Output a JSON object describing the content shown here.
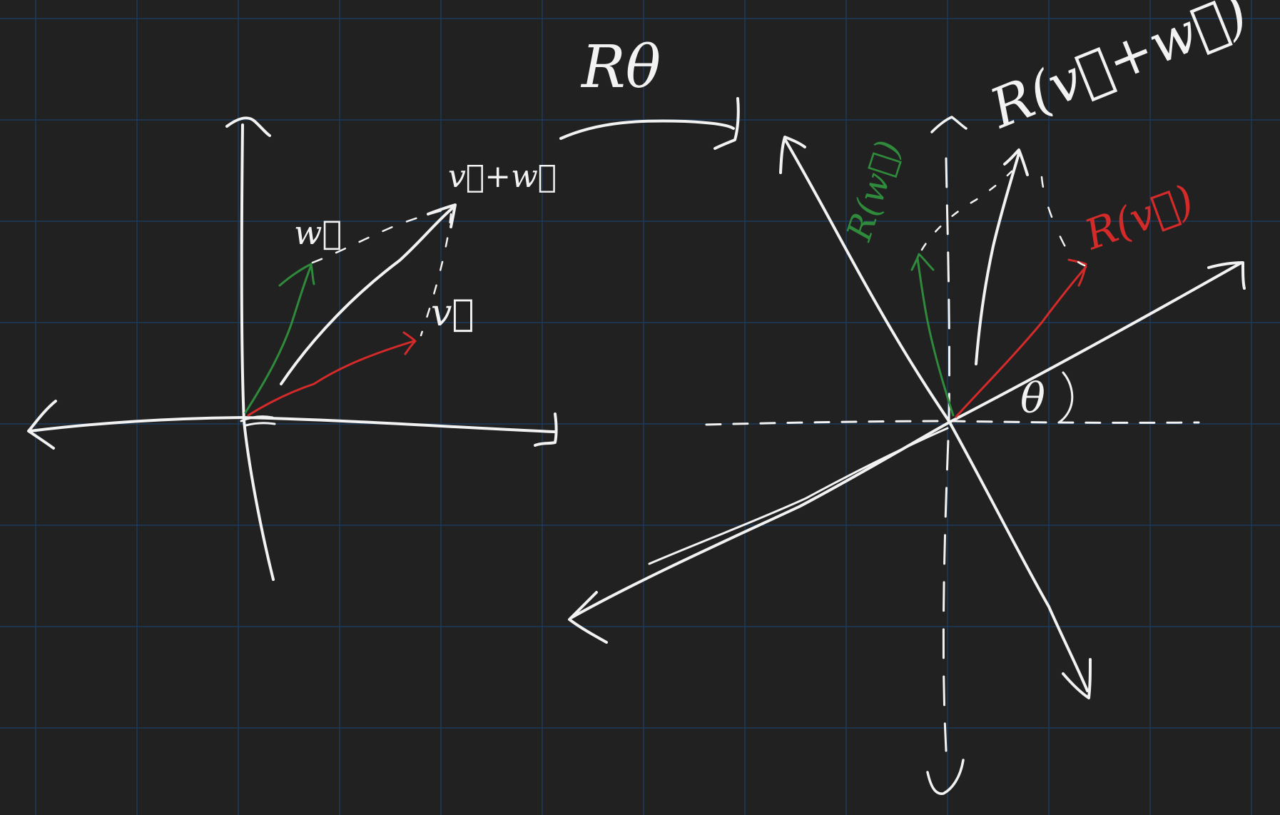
{
  "colors": {
    "background": "#212121",
    "grid": "#1e3a5a",
    "ink_white": "#f2f2f2",
    "ink_green": "#2f8a3c",
    "ink_red": "#d42a2a"
  },
  "labels": {
    "w": "w⃗",
    "v_plus_w": "v⃗+w⃗",
    "v": "v⃗",
    "rotation_map": "Rθ",
    "r_v_plus_w": "R(v⃗+w⃗)",
    "r_w": "R(w⃗)",
    "r_v": "R(v⃗)",
    "theta": "θ"
  }
}
